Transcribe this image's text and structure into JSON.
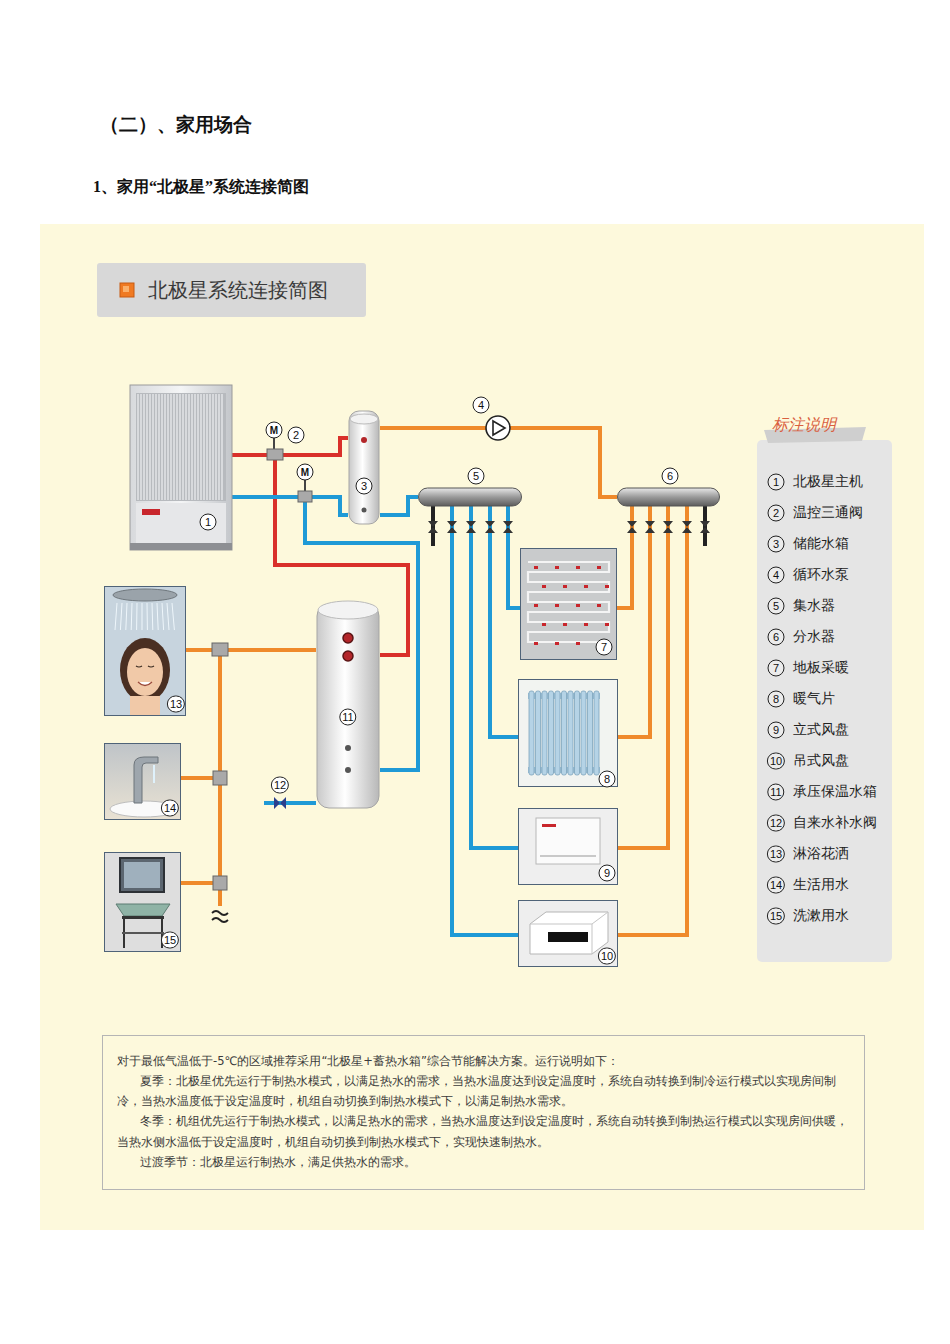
{
  "diagram": {
    "title": "（二）、家用场合",
    "nodes": [
      {
        "text": [
          "北极星系统连接简图"
        ]
      },
      {
        "text": [
          "1"
        ]
      },
      {
        "text": [
          "M",
          "2"
        ]
      },
      {
        "text": [
          "M"
        ]
      },
      {
        "text": [
          "3"
        ]
      },
      {
        "text": [
          "4"
        ]
      },
      {
        "text": [
          "5"
        ]
      },
      {
        "text": [
          "6"
        ]
      },
      {
        "text": [
          "7"
        ]
      },
      {
        "text": [
          "8"
        ]
      },
      {
        "text": [
          "9"
        ]
      },
      {
        "text": [
          "10"
        ]
      },
      {
        "text": [
          "11"
        ]
      },
      {
        "text": [
          "12"
        ]
      },
      {
        "text": [
          "13"
        ]
      },
      {
        "text": [
          "14"
        ]
      },
      {
        "text": [
          "15"
        ]
      },
      {
        "text": [
          "对于最低气温低于-5℃的区域推荐采用“北极星+蓄热水箱”综合节能解决方案。运行说明如下：",
          "夏季：北极星优先运行于制热水模式，以满足热水的需求，当热水温度达到设定温度时，系统自动转换到制冷运行模式以实现房间制冷，当热水温度低于设定温度时，机组自动切换到制热水模式下，以满足制热水需求。",
          "冬季：机组优先运行于制热水模式，以满足热水的需求，当热水温度达到设定温度时，系统自动转换到制热运行模式以实现房间供暖，当热水侧水温低于设定温度时，机组自动切换到制热水模式下，实现快速制热水。",
          "过渡季节：北极星运行制热水，满足供热水的需求。"
        ]
      }
    ],
    "edges": [
      {
        "from": 1,
        "to": 2,
        "arrow": "none"
      },
      {
        "from": 2,
        "to": 4,
        "arrow": "none"
      },
      {
        "from": 2,
        "to": 12,
        "arrow": "none"
      },
      {
        "from": 1,
        "to": 3,
        "arrow": "none"
      },
      {
        "from": 3,
        "to": 4,
        "arrow": "none"
      },
      {
        "from": 3,
        "to": 12,
        "arrow": "none"
      },
      {
        "from": 4,
        "to": 5,
        "arrow": "none"
      },
      {
        "from": 5,
        "to": 7,
        "arrow": "none"
      },
      {
        "from": 4,
        "to": 6,
        "arrow": "none"
      },
      {
        "from": 7,
        "to": 8,
        "arrow": "none"
      },
      {
        "from": 7,
        "to": 9,
        "arrow": "none"
      },
      {
        "from": 7,
        "to": 10,
        "arrow": "none"
      },
      {
        "from": 7,
        "to": 11,
        "arrow": "none"
      },
      {
        "from": 8,
        "to": 6,
        "arrow": "none"
      },
      {
        "from": 9,
        "to": 6,
        "arrow": "none"
      },
      {
        "from": 10,
        "to": 6,
        "arrow": "none"
      },
      {
        "from": 11,
        "to": 6,
        "arrow": "none"
      },
      {
        "from": 12,
        "to": 14,
        "arrow": "none"
      },
      {
        "from": 12,
        "to": 15,
        "arrow": "none"
      },
      {
        "from": 12,
        "to": 16,
        "arrow": "none"
      },
      {
        "from": 13,
        "to": 12,
        "arrow": "none"
      }
    ],
    "labels": [
      "1、家用“北极星”系统连接简图",
      "标注说明",
      "1",
      "2",
      "3",
      "4",
      "5",
      "6",
      "7",
      "8",
      "9",
      "10",
      "11",
      "12",
      "13",
      "14",
      "15"
    ],
    "legend": [
      {
        "text": "北极星主机"
      },
      {
        "text": "温控三通阀"
      },
      {
        "text": "储能水箱"
      },
      {
        "text": "循环水泵"
      },
      {
        "text": "集水器"
      },
      {
        "text": "分水器"
      },
      {
        "text": "地板采暖"
      },
      {
        "text": "暖气片"
      },
      {
        "text": "立式风盘"
      },
      {
        "text": "吊式风盘"
      },
      {
        "text": "承压保温水箱"
      },
      {
        "text": "自来水补水阀"
      },
      {
        "text": "淋浴花洒"
      },
      {
        "text": "生活用水"
      },
      {
        "text": "洗漱用水"
      }
    ]
  }
}
